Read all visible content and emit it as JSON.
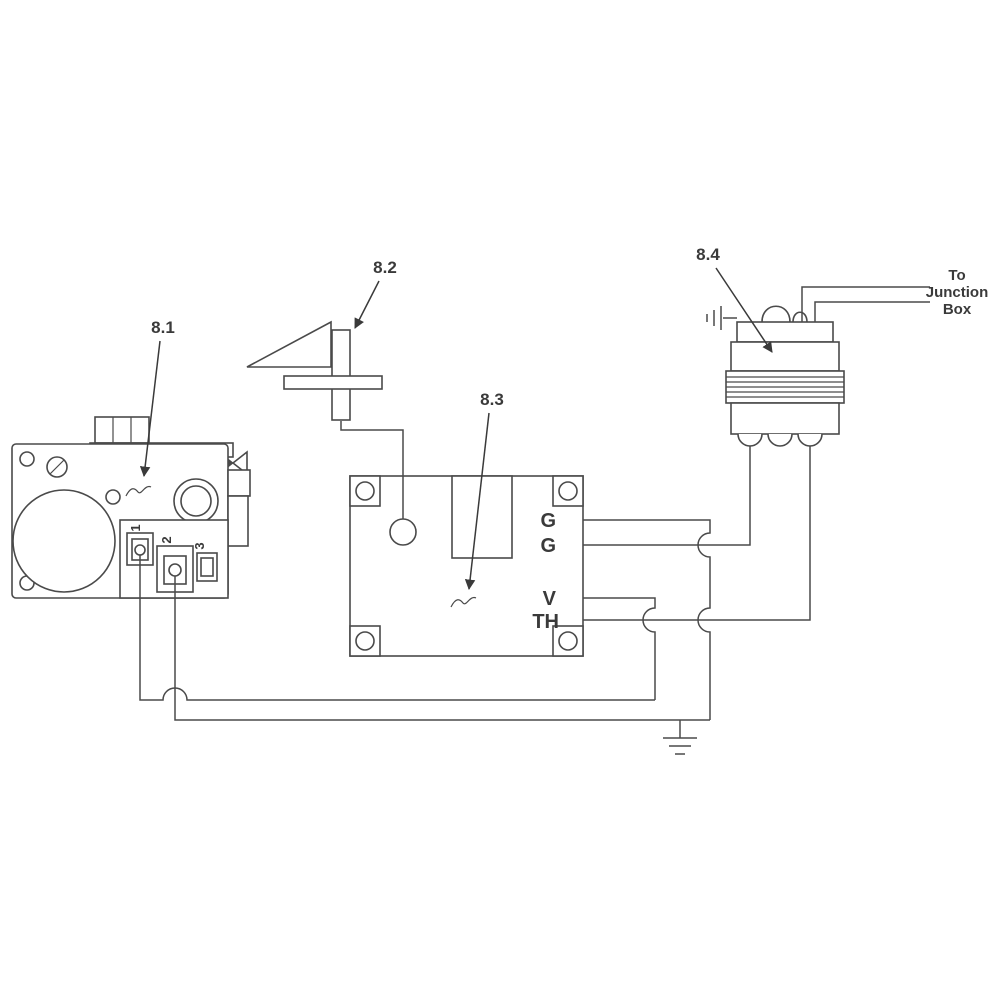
{
  "diagram": {
    "background": "#ffffff",
    "line_color": "#4a4a4a",
    "components": {
      "valve": {
        "callout": "8.1",
        "terminals": [
          "1",
          "2",
          "3"
        ]
      },
      "igniter": {
        "callout": "8.2"
      },
      "module": {
        "callout": "8.3",
        "terminals": [
          "G",
          "G",
          "V",
          "TH"
        ]
      },
      "transformer": {
        "callout": "8.4"
      }
    },
    "junction_note": {
      "line1": "To",
      "line2": "Junction",
      "line3": "Box"
    }
  }
}
